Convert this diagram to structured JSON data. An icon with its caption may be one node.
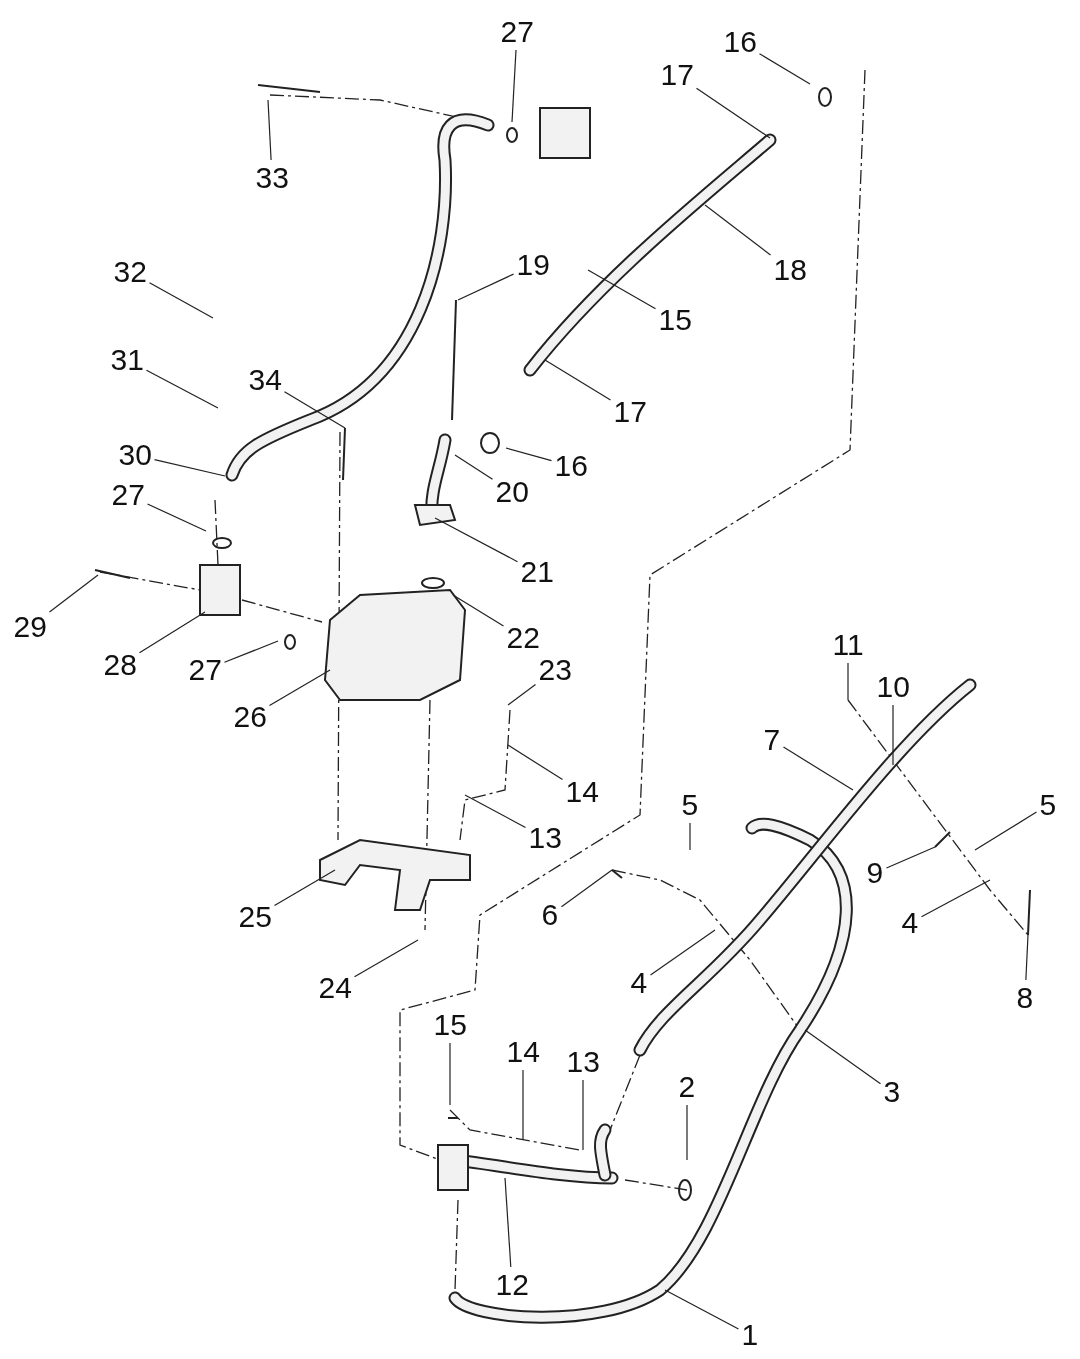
{
  "diagram": {
    "nodes": [
      {
        "text": [
          "27"
        ]
      },
      {
        "text": [
          "16"
        ]
      },
      {
        "text": [
          "17"
        ]
      },
      {
        "text": [
          "33"
        ]
      },
      {
        "text": [
          "18"
        ]
      },
      {
        "text": [
          "32"
        ]
      },
      {
        "text": [
          "19"
        ]
      },
      {
        "text": [
          "15"
        ]
      },
      {
        "text": [
          "31"
        ]
      },
      {
        "text": [
          "34"
        ]
      },
      {
        "text": [
          "17"
        ]
      },
      {
        "text": [
          "16"
        ]
      },
      {
        "text": [
          "30"
        ]
      },
      {
        "text": [
          "20"
        ]
      },
      {
        "text": [
          "27"
        ]
      },
      {
        "text": [
          "21"
        ]
      },
      {
        "text": [
          "29"
        ]
      },
      {
        "text": [
          "22"
        ]
      },
      {
        "text": [
          "28"
        ]
      },
      {
        "text": [
          "27"
        ]
      },
      {
        "text": [
          "23"
        ]
      },
      {
        "text": [
          "26"
        ]
      },
      {
        "text": [
          "14"
        ]
      },
      {
        "text": [
          "13"
        ]
      },
      {
        "text": [
          "11"
        ]
      },
      {
        "text": [
          "10"
        ]
      },
      {
        "text": [
          "7"
        ]
      },
      {
        "text": [
          "5"
        ]
      },
      {
        "text": [
          "5"
        ]
      },
      {
        "text": [
          "6"
        ]
      },
      {
        "text": [
          "9"
        ]
      },
      {
        "text": [
          "25"
        ]
      },
      {
        "text": [
          "4"
        ]
      },
      {
        "text": [
          "4"
        ]
      },
      {
        "text": [
          "24"
        ]
      },
      {
        "text": [
          "8"
        ]
      },
      {
        "text": [
          "3"
        ]
      },
      {
        "text": [
          "15"
        ]
      },
      {
        "text": [
          "14"
        ]
      },
      {
        "text": [
          "13"
        ]
      },
      {
        "text": [
          "2"
        ]
      },
      {
        "text": [
          "12"
        ]
      },
      {
        "text": [
          "1"
        ]
      }
    ],
    "edges": [
      {
        "from": 0,
        "to": null,
        "arrow": "none"
      },
      {
        "from": 1,
        "to": null,
        "arrow": "none"
      },
      {
        "from": 2,
        "to": null,
        "arrow": "none"
      },
      {
        "from": 3,
        "to": null,
        "arrow": "none"
      },
      {
        "from": 4,
        "to": null,
        "arrow": "none"
      },
      {
        "from": 5,
        "to": null,
        "arrow": "none"
      },
      {
        "from": 6,
        "to": null,
        "arrow": "none"
      },
      {
        "from": 7,
        "to": null,
        "arrow": "none"
      },
      {
        "from": 8,
        "to": null,
        "arrow": "none"
      },
      {
        "from": 9,
        "to": null,
        "arrow": "none"
      },
      {
        "from": 10,
        "to": null,
        "arrow": "none"
      },
      {
        "from": 11,
        "to": null,
        "arrow": "none"
      },
      {
        "from": 12,
        "to": null,
        "arrow": "none"
      },
      {
        "from": 13,
        "to": null,
        "arrow": "none"
      },
      {
        "from": 14,
        "to": null,
        "arrow": "none"
      },
      {
        "from": 15,
        "to": null,
        "arrow": "none"
      },
      {
        "from": 16,
        "to": null,
        "arrow": "none"
      },
      {
        "from": 17,
        "to": null,
        "arrow": "none"
      },
      {
        "from": 18,
        "to": null,
        "arrow": "none"
      },
      {
        "from": 19,
        "to": null,
        "arrow": "none"
      },
      {
        "from": 20,
        "to": null,
        "arrow": "none"
      },
      {
        "from": 21,
        "to": null,
        "arrow": "none"
      },
      {
        "from": 22,
        "to": null,
        "arrow": "none"
      },
      {
        "from": 23,
        "to": null,
        "arrow": "none"
      },
      {
        "from": 24,
        "to": null,
        "arrow": "none"
      },
      {
        "from": 25,
        "to": null,
        "arrow": "none"
      },
      {
        "from": 26,
        "to": null,
        "arrow": "none"
      },
      {
        "from": 27,
        "to": null,
        "arrow": "none"
      },
      {
        "from": 28,
        "to": null,
        "arrow": "none"
      },
      {
        "from": 29,
        "to": null,
        "arrow": "none"
      },
      {
        "from": 30,
        "to": null,
        "arrow": "none"
      },
      {
        "from": 31,
        "to": null,
        "arrow": "none"
      },
      {
        "from": 32,
        "to": null,
        "arrow": "none"
      },
      {
        "from": 33,
        "to": null,
        "arrow": "none"
      },
      {
        "from": 34,
        "to": null,
        "arrow": "none"
      },
      {
        "from": 35,
        "to": null,
        "arrow": "none"
      },
      {
        "from": 36,
        "to": null,
        "arrow": "none"
      },
      {
        "from": 37,
        "to": null,
        "arrow": "none"
      },
      {
        "from": 38,
        "to": null,
        "arrow": "none"
      },
      {
        "from": 39,
        "to": null,
        "arrow": "none"
      },
      {
        "from": 40,
        "to": null,
        "arrow": "none"
      },
      {
        "from": 41,
        "to": null,
        "arrow": "none"
      },
      {
        "from": 42,
        "to": null,
        "arrow": "none"
      }
    ]
  }
}
